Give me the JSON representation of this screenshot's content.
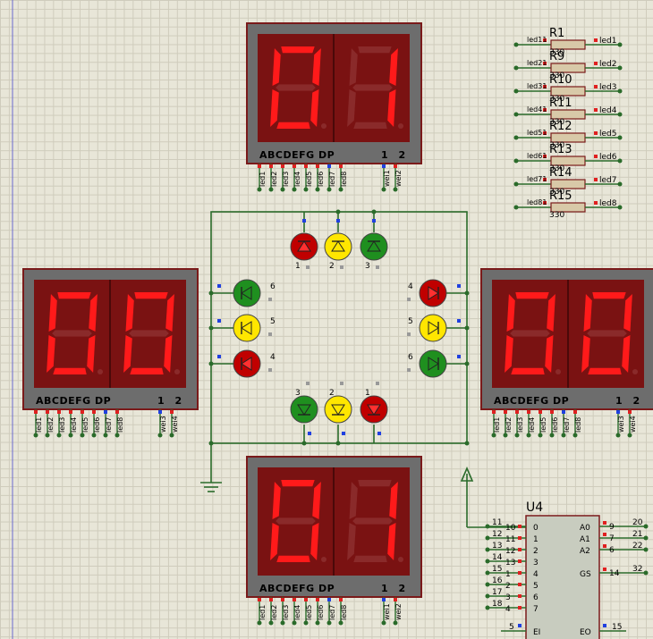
{
  "colors": {
    "wire": "#2a6b2a",
    "display_body": "#6d6d6d",
    "display_face": "#7a1212",
    "segment_on": "#ff1a1a",
    "segment_off": "#8a2a2a",
    "pin_red": "#e02020",
    "pin_blue": "#2040e0",
    "led_red": "#c00000",
    "led_yellow": "#ffe600",
    "led_green": "#1f8f1f"
  },
  "displays": {
    "top": {
      "label_segments": "ABCDEFG  DP",
      "label_digits": "1 2",
      "digit1": "0",
      "digit2": "1"
    },
    "left": {
      "label_segments": "ABCDEFG  DP",
      "label_digits": "1 2",
      "digit1": "0",
      "digit2": "0"
    },
    "right": {
      "label_segments": "ABCDEFG  DP",
      "label_digits": "1 2",
      "digit1": "0",
      "digit2": "0"
    },
    "bottom": {
      "label_segments": "ABCDEFG  DP",
      "label_digits": "1 2",
      "digit1": "0",
      "digit2": "1"
    }
  },
  "display_pin_labels": [
    "led1",
    "led2",
    "led3",
    "led4",
    "led5",
    "led6",
    "led7",
    "led8"
  ],
  "display_wei_labels": [
    "wei3",
    "wei4"
  ],
  "display_wei_labels_top": [
    "wei1",
    "wei2"
  ],
  "resistors": [
    {
      "name": "R1",
      "value": "330",
      "left": "led11",
      "right": "led1"
    },
    {
      "name": "R9",
      "value": "330",
      "left": "led21",
      "right": "led2"
    },
    {
      "name": "R10",
      "value": "330",
      "left": "led31",
      "right": "led3"
    },
    {
      "name": "R11",
      "value": "330",
      "left": "led41",
      "right": "led4"
    },
    {
      "name": "R12",
      "value": "330",
      "left": "led51",
      "right": "led5"
    },
    {
      "name": "R13",
      "value": "330",
      "left": "led61",
      "right": "led6"
    },
    {
      "name": "R14",
      "value": "330",
      "left": "led71",
      "right": "led7"
    },
    {
      "name": "R15",
      "value": "330",
      "left": "led81",
      "right": "led8"
    }
  ],
  "leds_top": [
    {
      "num": "1",
      "color": "red"
    },
    {
      "num": "2",
      "color": "yellow"
    },
    {
      "num": "3",
      "color": "green"
    }
  ],
  "leds_left": [
    {
      "num": "6",
      "color": "green"
    },
    {
      "num": "5",
      "color": "yellow"
    },
    {
      "num": "4",
      "color": "red"
    }
  ],
  "leds_right": [
    {
      "num": "4",
      "color": "red"
    },
    {
      "num": "5",
      "color": "yellow"
    },
    {
      "num": "6",
      "color": "green"
    }
  ],
  "leds_bottom": [
    {
      "num": "3",
      "color": "green"
    },
    {
      "num": "2",
      "color": "yellow"
    },
    {
      "num": "1",
      "color": "red"
    }
  ],
  "u4": {
    "name": "U4",
    "left_pins": [
      {
        "net": "11",
        "pin": "10",
        "name": "0"
      },
      {
        "net": "12",
        "pin": "11",
        "name": "1"
      },
      {
        "net": "13",
        "pin": "12",
        "name": "2"
      },
      {
        "net": "14",
        "pin": "13",
        "name": "3"
      },
      {
        "net": "15",
        "pin": "1",
        "name": "4"
      },
      {
        "net": "16",
        "pin": "2",
        "name": "5"
      },
      {
        "net": "17",
        "pin": "3",
        "name": "6"
      },
      {
        "net": "18",
        "pin": "4",
        "name": "7"
      }
    ],
    "right_pins": [
      {
        "name": "A0",
        "pin": "9",
        "net": "20"
      },
      {
        "name": "A1",
        "pin": "7",
        "net": "21"
      },
      {
        "name": "A2",
        "pin": "6",
        "net": "22"
      },
      {
        "name": "GS",
        "pin": "14",
        "net": "32"
      }
    ],
    "ei": {
      "name": "EI",
      "pin": "5"
    },
    "eo": {
      "name": "EO",
      "pin": "15"
    }
  }
}
